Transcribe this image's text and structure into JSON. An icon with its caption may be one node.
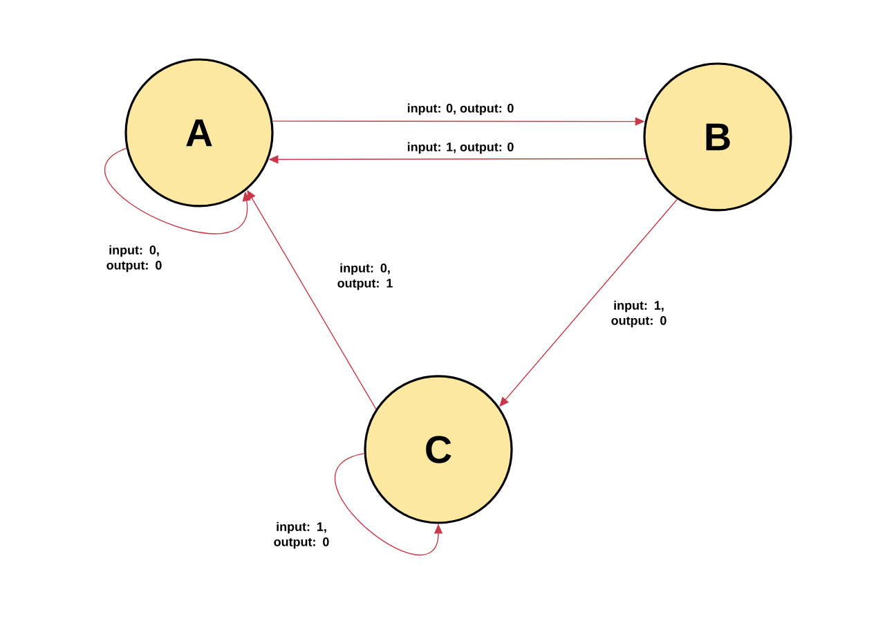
{
  "diagram": {
    "nodes": [
      {
        "text": [
          "A"
        ]
      },
      {
        "text": [
          "B"
        ]
      },
      {
        "text": [
          "C"
        ]
      }
    ],
    "edges": [
      {
        "from": 0,
        "to": 1,
        "arrow": "to",
        "label": "input: 0, output: 0"
      },
      {
        "from": 1,
        "to": 0,
        "arrow": "to",
        "label": "input: 1, output: 0"
      },
      {
        "from": 0,
        "to": 0,
        "arrow": "to",
        "label": "input: 0, output: 0"
      },
      {
        "from": 2,
        "to": 0,
        "arrow": "to",
        "label": "input: 0, output: 1"
      },
      {
        "from": 1,
        "to": 2,
        "arrow": "to",
        "label": "input: 1, output: 0"
      },
      {
        "from": 2,
        "to": 2,
        "arrow": "to",
        "label": "input: 1, output: 0"
      }
    ]
  }
}
